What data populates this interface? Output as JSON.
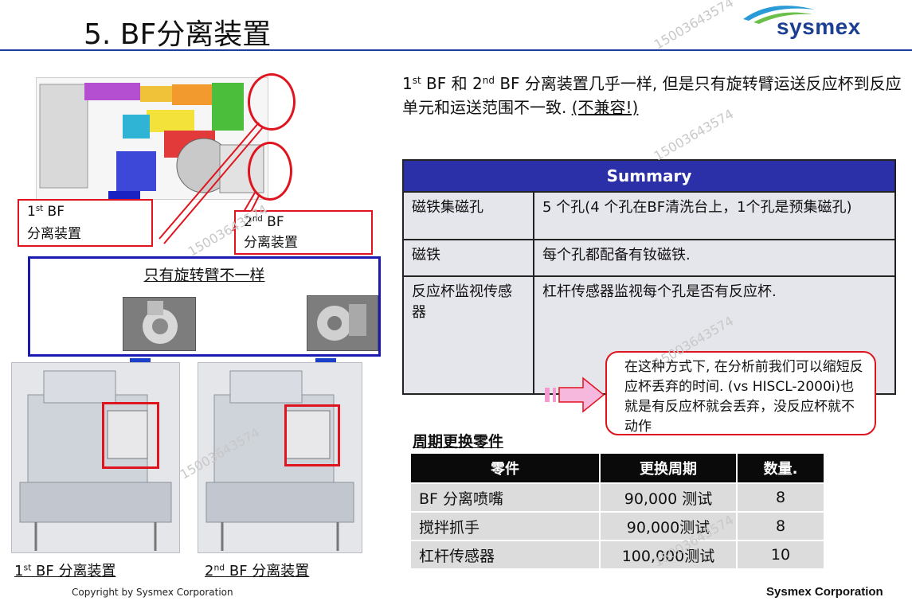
{
  "header": {
    "title": "5. BF分离装置",
    "logo": "sysmex"
  },
  "intro": {
    "sup1": "st",
    "sup2": "nd",
    "part_a": "1",
    "part_b": " BF 和 2",
    "part_c": " BF 分离装置几乎一样, 但是只有旋转臂运送反应杯到反应单元和运送范围不一致. ",
    "part_d": "(不兼容!)"
  },
  "diagram": {
    "label1_num": "1",
    "label1_sup": "st",
    "label1_rest": " BF",
    "label1_line2": "分离装置",
    "label2_num": "2",
    "label2_sup": "nd",
    "label2_rest": " BF",
    "label2_line2": "分离装置",
    "only_different": "只有旋转臂不一样",
    "cap1_num": "1",
    "cap1_sup": "st",
    "cap1_rest": " BF 分离装置",
    "cap2_num": "2",
    "cap2_sup": "nd",
    "cap2_rest": " BF 分离装置"
  },
  "summary": {
    "header": "Summary",
    "rows": [
      {
        "name": "磁铁集磁孔",
        "desc": "5 个孔(4 个孔在BF清洗台上，1个孔是预集磁孔)"
      },
      {
        "name": "磁铁",
        "desc": "每个孔都配备有钕磁铁."
      },
      {
        "name": "反应杯监视传感器",
        "desc": "杠杆传感器监视每个孔是否有反应杯."
      }
    ]
  },
  "callout": {
    "text": "在这种方式下, 在分析前我们可以缩短反应杯丢弃的时间. (vs HISCL-2000i)也就是有反应杯就会丢弃，没反应杯就不动作"
  },
  "parts": {
    "title": "周期更换零件",
    "headers": [
      "零件",
      "更换周期",
      "数量."
    ],
    "rows": [
      [
        "BF 分离喷嘴",
        "90,000 测试",
        "8"
      ],
      [
        "搅拌抓手",
        "90,000测试",
        "8"
      ],
      [
        "杠杆传感器",
        "100,000测试",
        "10"
      ]
    ]
  },
  "watermark": "15003643574",
  "footer": {
    "copyright": "Copyright by Sysmex Corporation",
    "brand": "Sysmex Corporation"
  },
  "colors": {
    "accent_blue": "#1f3f9c",
    "red": "#e0141e",
    "summary_header": "#2b2fa8"
  }
}
